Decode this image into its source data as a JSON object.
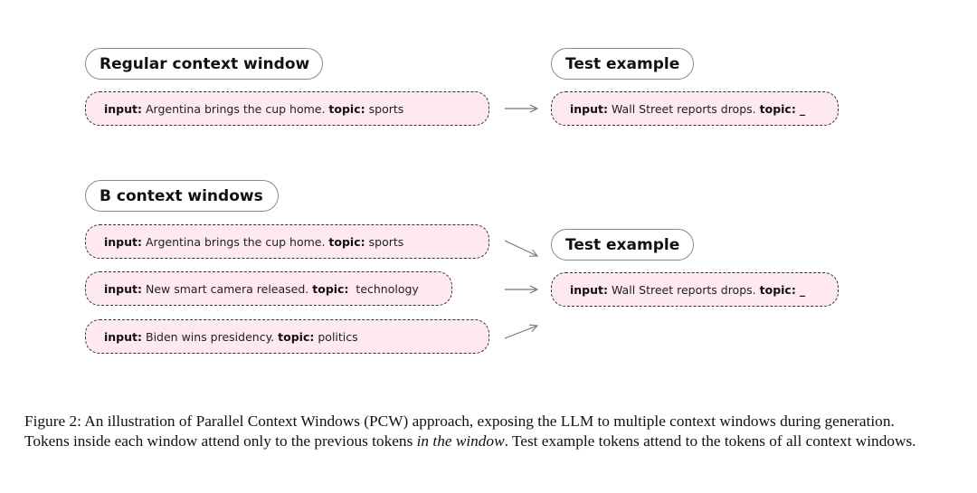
{
  "top_section": {
    "title": "Regular context window",
    "context": {
      "input_label": "input:",
      "input_text": "Argentina brings the cup home.",
      "topic_label": "topic:",
      "topic_text": "sports"
    },
    "test_title": "Test example",
    "test": {
      "input_label": "input:",
      "input_text": "Wall Street reports drops.",
      "topic_label": "topic:",
      "topic_text": "_"
    }
  },
  "bottom_section": {
    "title": "B context windows",
    "contexts": [
      {
        "input_label": "input:",
        "input_text": "Argentina brings the cup home.",
        "topic_label": "topic:",
        "topic_text": "sports"
      },
      {
        "input_label": "input:",
        "input_text": "New smart camera released.",
        "topic_label": "topic:",
        "topic_text": "technology"
      },
      {
        "input_label": "input:",
        "input_text": "Biden wins presidency.",
        "topic_label": "topic:",
        "topic_text": "politics"
      }
    ],
    "test_title": "Test example",
    "test": {
      "input_label": "input:",
      "input_text": "Wall Street reports drops.",
      "topic_label": "topic:",
      "topic_text": "_"
    }
  },
  "caption": {
    "part1": "Figure 2: An illustration of Parallel Context Windows (PCW) approach, exposing the LLM to multiple context windows during generation. Tokens inside each window attend only to the previous tokens ",
    "emphasis": "in the window",
    "part2": ". Test example tokens attend to the tokens of all context windows."
  },
  "colors": {
    "box_fill": "#fde9ee",
    "box_border": "#333333",
    "pill_border": "#8a8a8a",
    "arrow": "#777777"
  }
}
